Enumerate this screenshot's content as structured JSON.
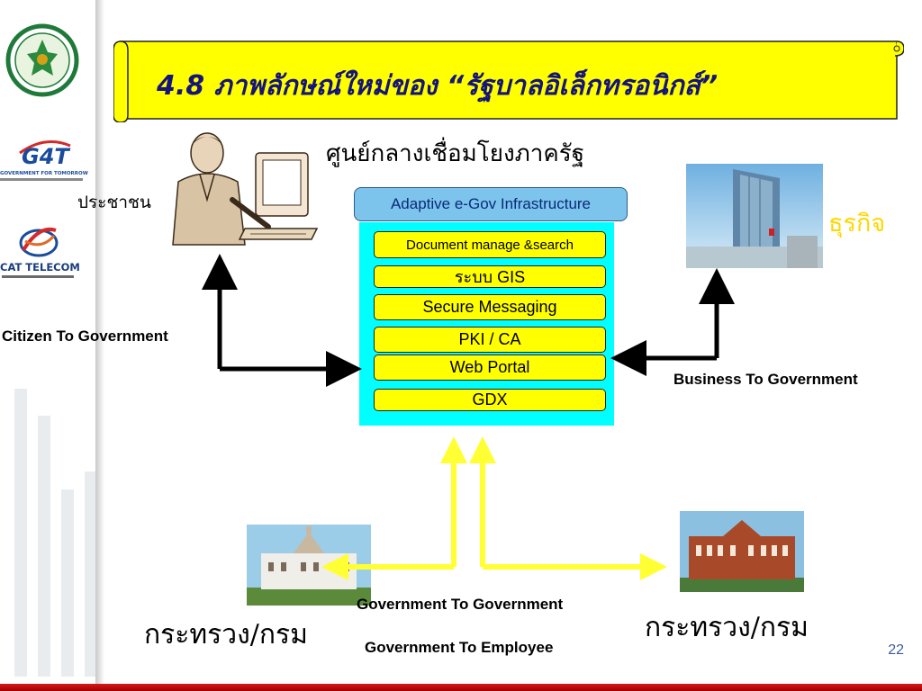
{
  "title": "4.8 ภาพลักษณ์ใหม่ของ “รัฐบาลอิเล็กทรอนิกส์”",
  "center_title": "ศูนย์กลางเชื่อมโยงภาครัฐ",
  "infrastructure": {
    "header": "Adaptive e-Gov Infrastructure",
    "services": [
      "Document manage &search",
      "ระบบ GIS",
      "Secure Messaging",
      "PKI / CA",
      "Web Portal",
      "GDX"
    ]
  },
  "nodes": {
    "citizen": "ประชาชน",
    "business": "ธุรกิจ",
    "ministry_left": "กระทรวง/กรม",
    "ministry_right": "กระทรวง/กรม"
  },
  "relations": {
    "c2g": "Citizen To Government",
    "b2g": "Business To Government",
    "g2g": "Government To Government",
    "g2e": "Government To Employee"
  },
  "logos": {
    "g4t": "G4T",
    "g4t_tagline": "GOVERNMENT FOR TOMORROW",
    "cat": "CAT TELECOM"
  },
  "page_number": "22",
  "colors": {
    "title_scroll": "#ffff00",
    "title_text": "#14147a",
    "infra_box": "#00ffff",
    "infra_header": "#7cc4ec",
    "service_box": "#ffff00",
    "business_label": "#ffd700",
    "g2g_arrow": "#ffff33",
    "footer_stripe": "#c00000"
  }
}
